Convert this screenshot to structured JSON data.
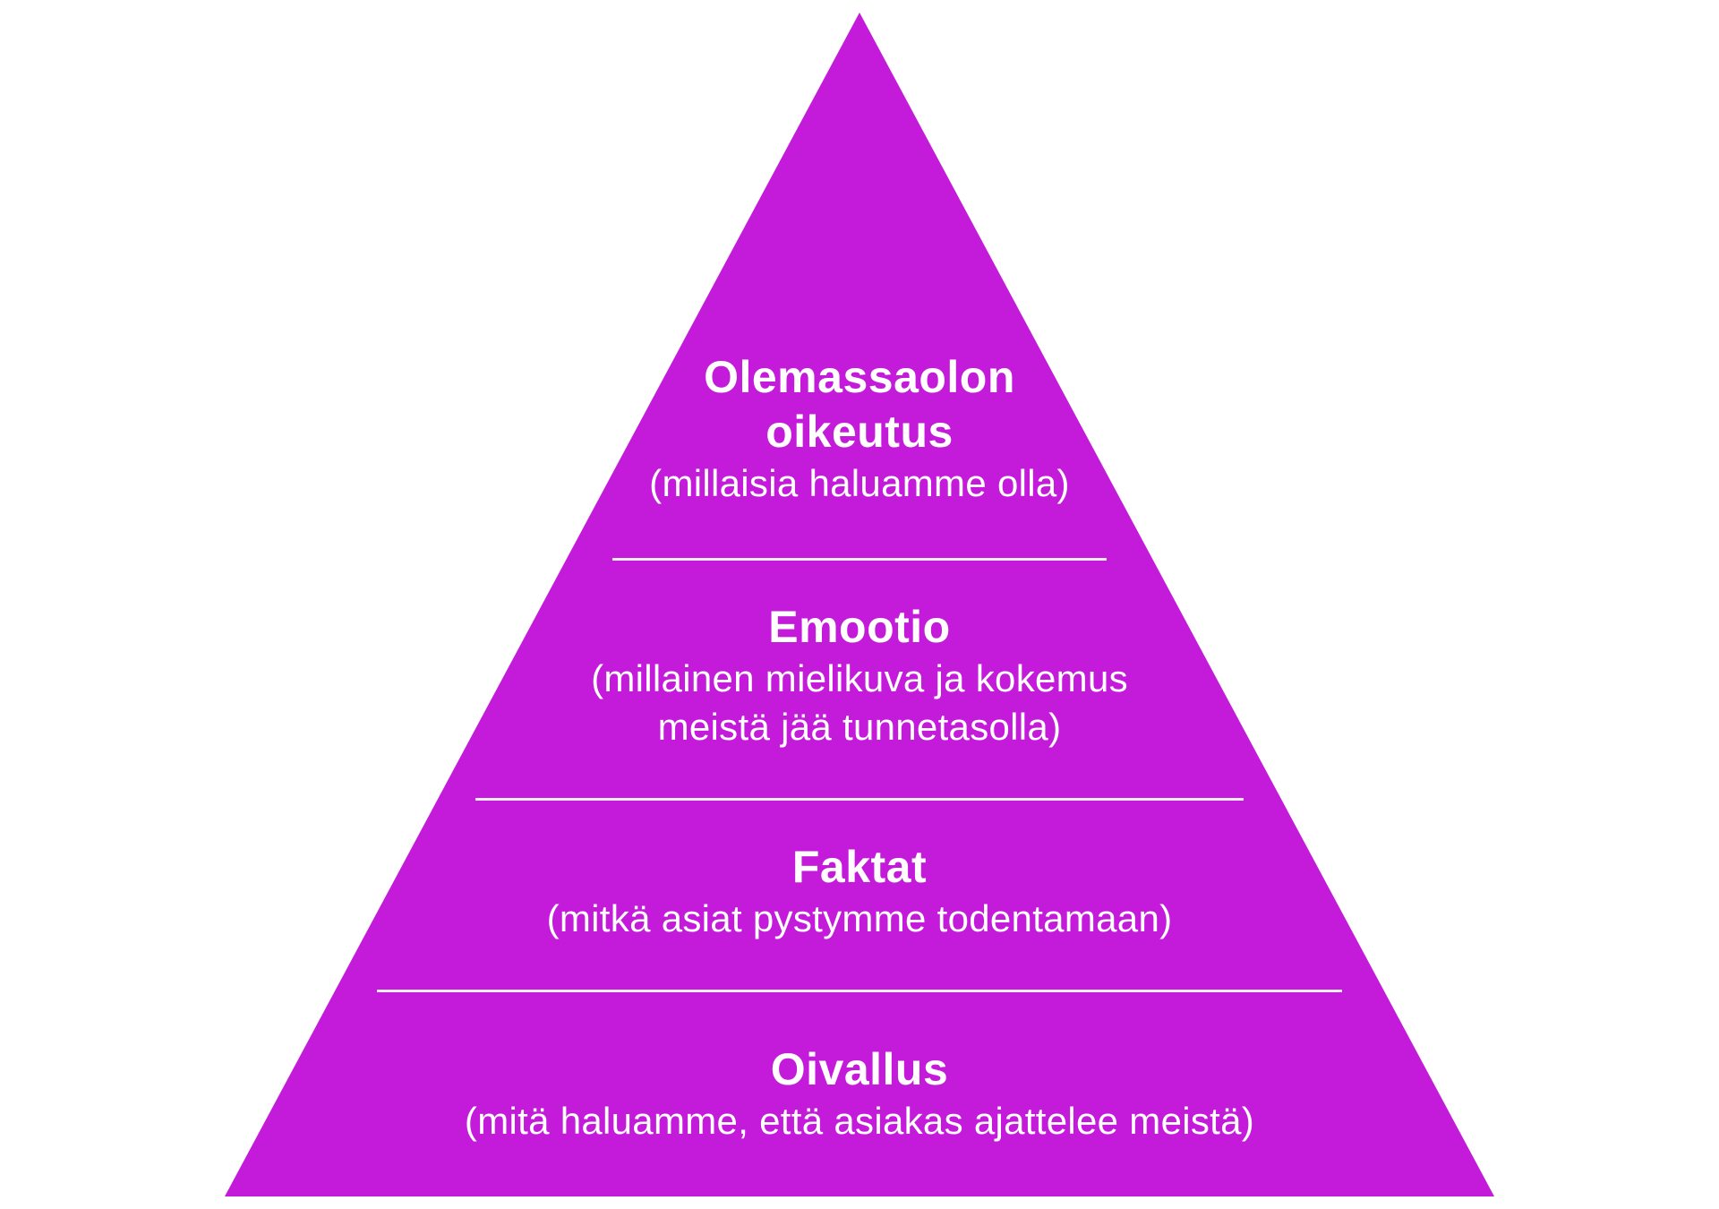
{
  "colors": {
    "background": "#FFFFFF",
    "pyramid_fill": "#C41BDB",
    "text": "#FFFFFF",
    "divider": "#FFFFFF"
  },
  "pyramid": {
    "levels": [
      {
        "title_line_1": "Olemassaolon",
        "title_line_2": "oikeutus",
        "subtitle_line_1": "(millaisia haluamme olla)"
      },
      {
        "title_line_1": "Emootio",
        "subtitle_line_1": "(millainen mielikuva ja kokemus",
        "subtitle_line_2": "meistä jää tunnetasolla)"
      },
      {
        "title_line_1": "Faktat",
        "subtitle_line_1": "(mitkä asiat pystymme todentamaan)"
      },
      {
        "title_line_1": "Oivallus",
        "subtitle_line_1": "(mitä haluamme, että asiakas ajattelee meistä)"
      }
    ]
  }
}
